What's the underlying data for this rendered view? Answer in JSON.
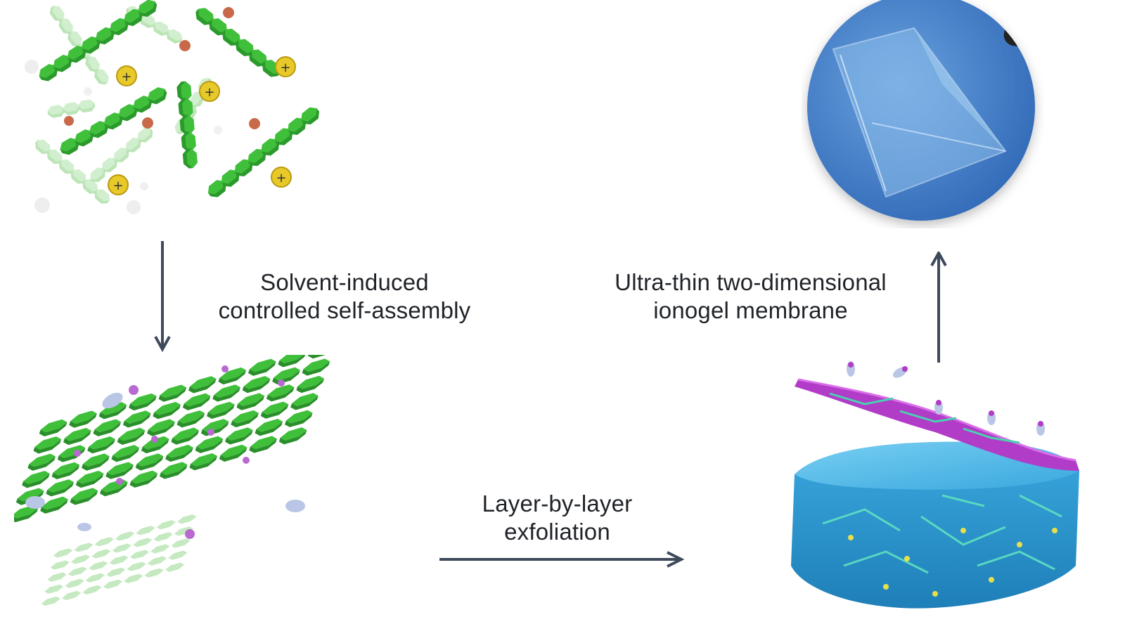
{
  "labels": {
    "step1": {
      "line1": "Solvent-induced",
      "line2": "controlled self-assembly"
    },
    "step2": {
      "line1": "Layer-by-layer",
      "line2": "exfoliation"
    },
    "step3": {
      "line1": "Ultra-thin two-dimensional",
      "line2": "ionogel membrane"
    }
  },
  "colors": {
    "arrow": "#3e4a5c",
    "molecule_green": "#3fbf3a",
    "molecule_faded": "#c8ecc4",
    "ion_yellow": "#e8c92a",
    "ion_copper": "#c8694a",
    "ionogel_blue": "#3aa9df",
    "membrane_purple": "#b13cc7",
    "photo_blue": "#4a86cf"
  },
  "icons": {
    "down_arrow": "arrow-down-icon",
    "right_arrow": "arrow-right-icon",
    "up_arrow": "arrow-up-icon"
  }
}
